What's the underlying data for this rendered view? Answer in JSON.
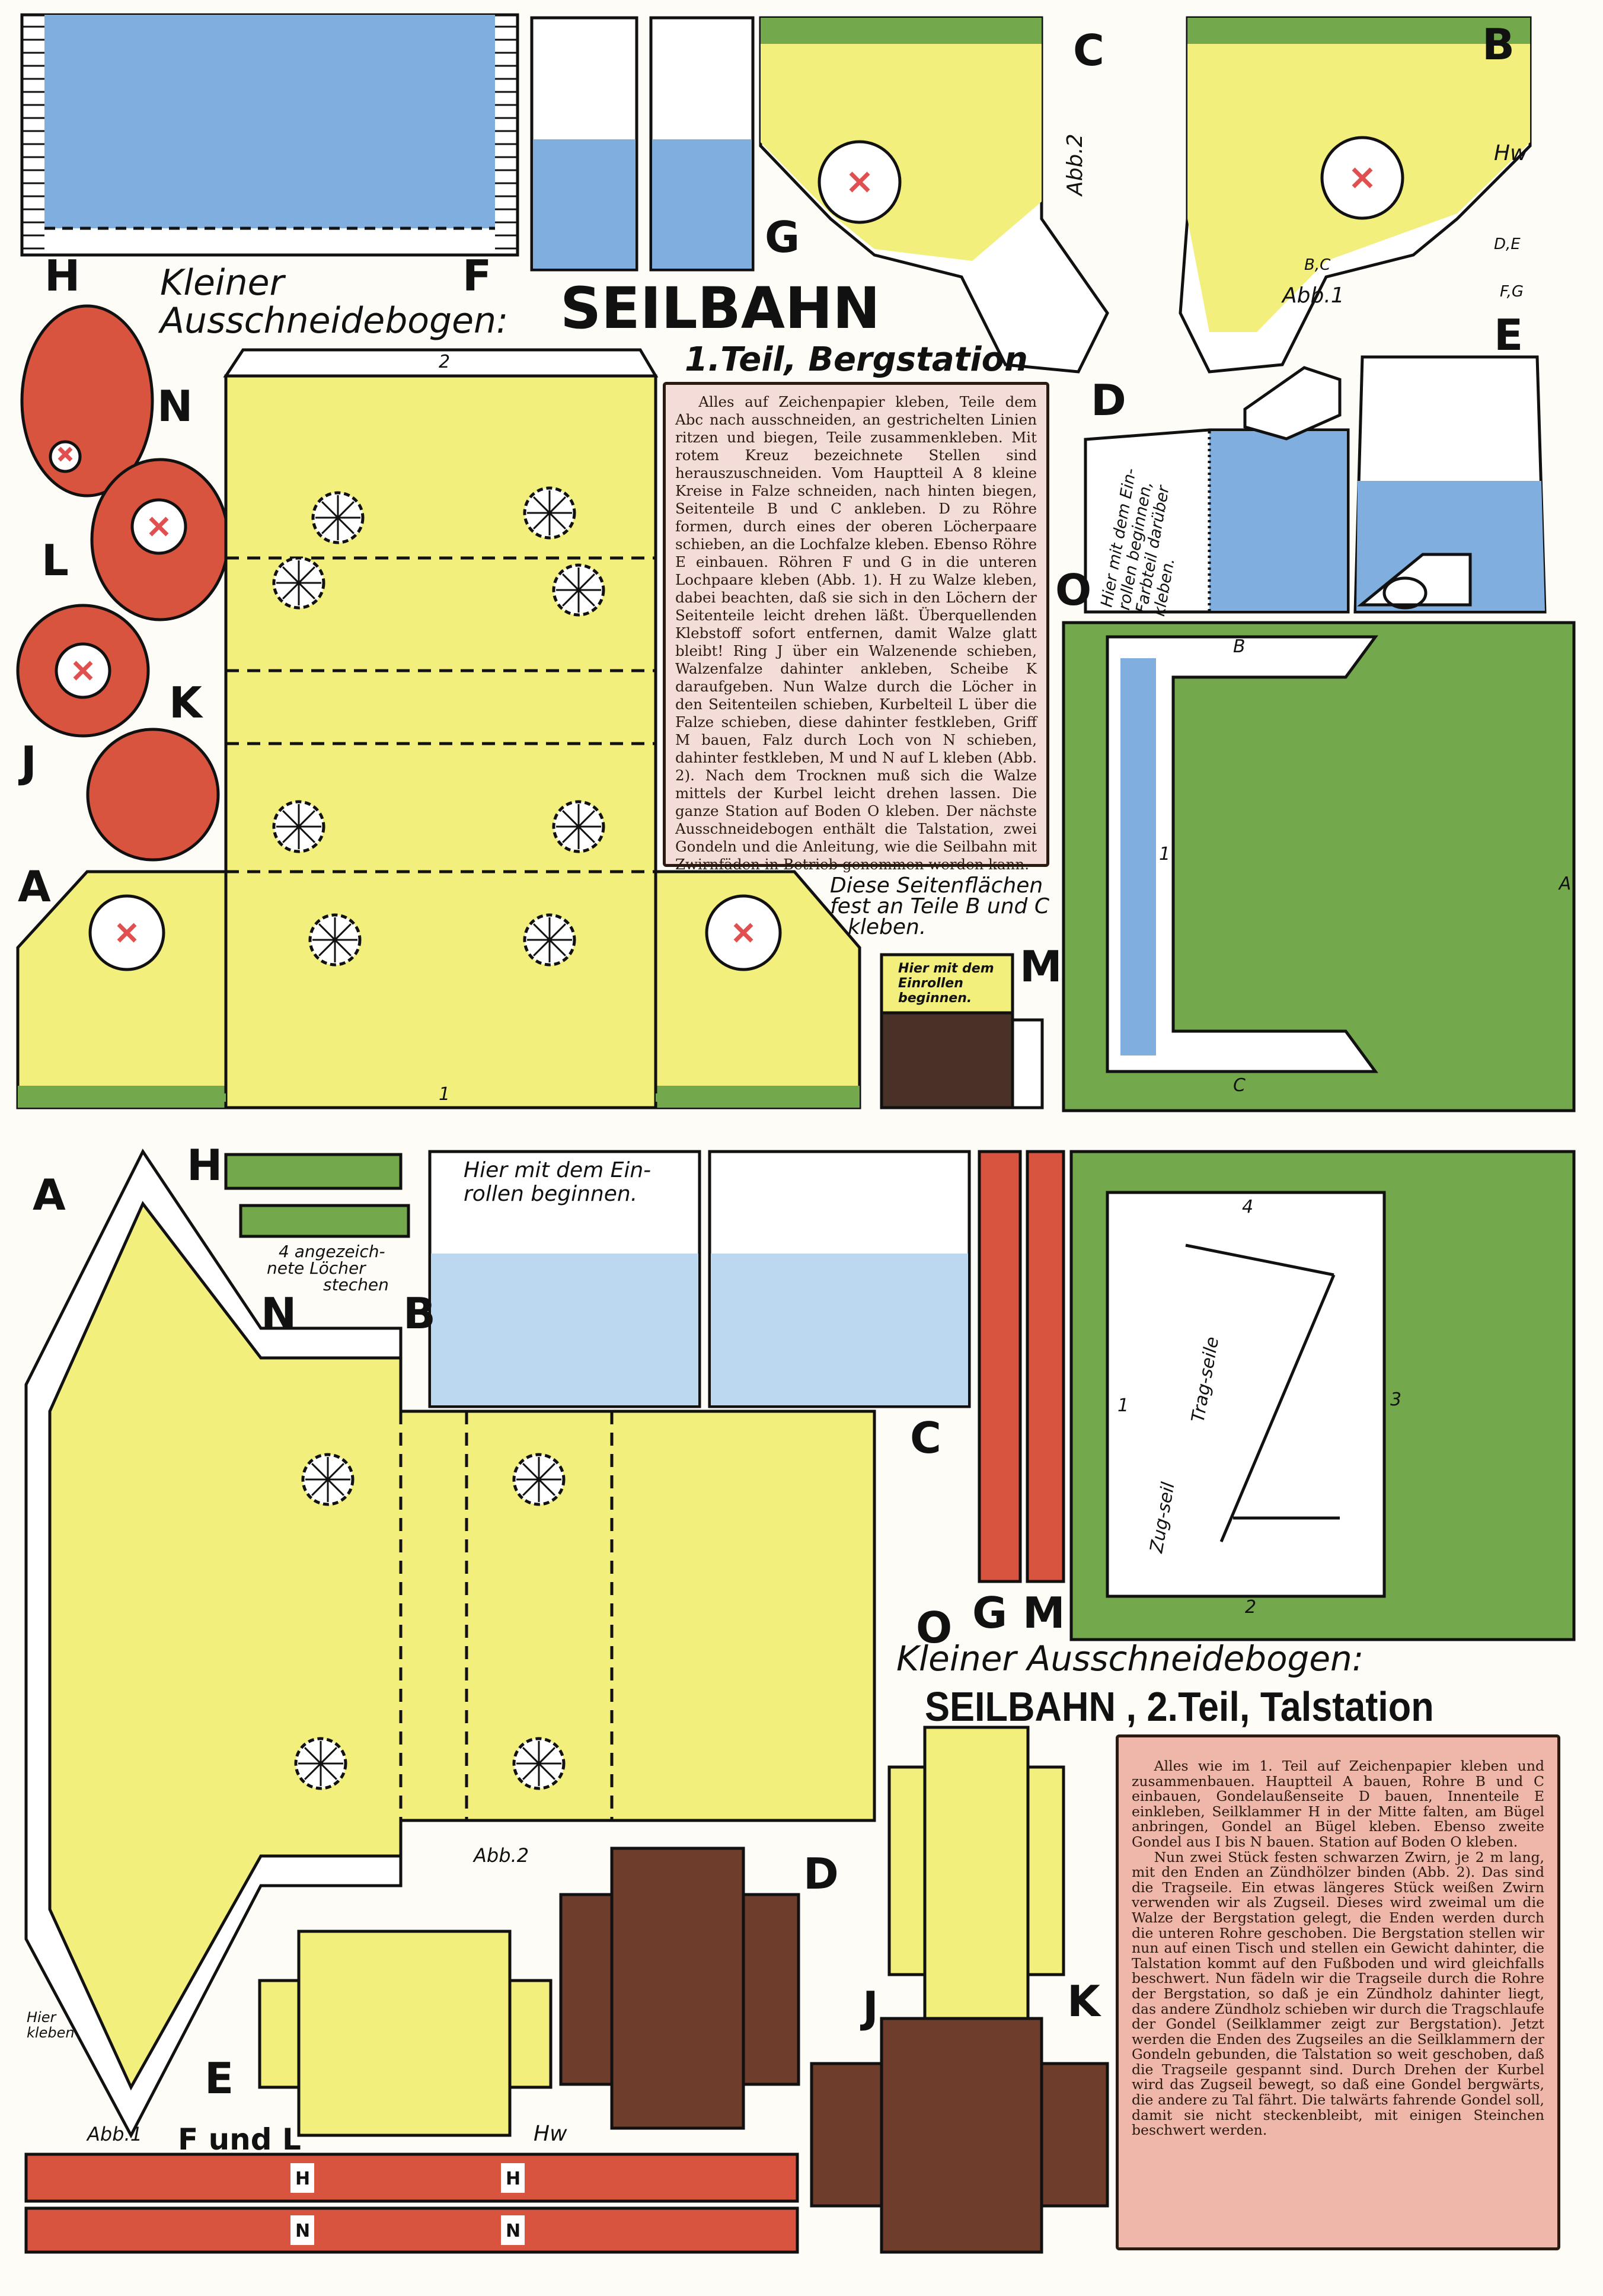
{
  "part1": {
    "subtitle": "Kleiner Ausschneidebogen:",
    "title": "SEILBAHN",
    "part_title": "1.Teil, Bergstation",
    "instructions": "Alles auf Zeichenpapier kleben, Teile dem Abc nach ausschneiden, an gestrichelten Linien ritzen und biegen, Teile zusammenkleben. Mit rotem Kreuz bezeichnete Stellen sind herauszuschneiden. Vom Hauptteil A 8 kleine Kreise in Falze schneiden, nach hinten biegen, Seitenteile B und C ankleben. D zu Röhre formen, durch eines der oberen Löcherpaare schieben, an die Lochfalze kleben. Ebenso Röhre E einbauen. Röhren F und G in die unteren Lochpaare kleben (Abb. 1). H zu Walze kleben, dabei beachten, daß sie sich in den Löchern der Seitenteile leicht drehen läßt. Überquellenden Klebstoff sofort entfernen, damit Walze glatt bleibt! Ring J über ein Walzenende schieben, Walzenfalze dahinter ankleben, Scheibe K daraufgeben. Nun Walze durch die Löcher in den Seitenteilen schieben, Kurbelteil L über die Falze schieben, diese dahinter festkleben, Griff M bauen, Falz durch Loch von N schieben, dahinter festkleben, M und N auf L kleben (Abb. 2). Nach dem Trocknen muß sich die Walze mittels der Kurbel leicht drehen lassen. Die ganze Station auf Boden O kleben. Der nächste Ausschneidebogen enthält die Talstation, zwei Gondeln und die Anleitung, wie die Seilbahn mit Zwirnfäden in Betrieb genommen werden kann.",
    "notes": {
      "side_faces": "Diese Seitenflächen fest an Teile B und C kleben.",
      "side_faces_l1": "Diese Seitenflächen",
      "side_faces_l2": "fest an Teile B und C",
      "side_faces_l3": "kleben.",
      "roll_start_m_l1": "Hier mit dem",
      "roll_start_m_l2": "Einrollen",
      "roll_start_m_l3": "beginnen.",
      "roll_start_d_l1": "Hier mit dem Ein-",
      "roll_start_d_l2": "rollen beginnen,",
      "roll_start_d_l3": "Farbteil darüber",
      "roll_start_d_l4": "kleben.",
      "abb1": "Abb.1",
      "abb2": "Abb.2",
      "bc": "B,C",
      "de": "D,E",
      "fg": "F,G",
      "signature": "Hw"
    },
    "labels": {
      "H": "H",
      "F": "F",
      "G": "G",
      "C": "C",
      "B": "B",
      "N": "N",
      "L": "L",
      "J": "J",
      "K": "K",
      "A": "A",
      "D": "D",
      "E": "E",
      "O": "O",
      "M": "M"
    },
    "marks": {
      "a": "A",
      "b": "B",
      "c": "C",
      "one": "1",
      "two": "2"
    }
  },
  "part2": {
    "subtitle": "Kleiner Ausschneidebogen:",
    "title": "SEILBAHN , 2.Teil, Talstation",
    "instructions_p1": "Alles wie im 1. Teil auf Zeichenpapier kleben und zusammenbauen. Hauptteil A bauen, Rohre B und C einbauen, Gondelaußenseite D bauen, Innenteile E einkleben, Seilklammer H in der Mitte falten, am Bügel anbringen, Gondel an Bügel kleben. Ebenso zweite Gondel aus I bis N bauen. Station auf Boden O kleben.",
    "instructions_p2": "Nun zwei Stück festen schwarzen Zwirn, je 2 m lang, mit den Enden an Zündhölzer binden (Abb. 2). Das sind die Tragseile. Ein etwas längeres Stück weißen Zwirn verwenden wir als Zugseil. Dieses wird zweimal um die Walze der Bergstation gelegt, die Enden werden durch die unteren Rohre geschoben. Die Bergstation stellen wir nun auf einen Tisch und stellen ein Gewicht dahinter, die Talstation kommt auf den Fußboden und wird gleichfalls beschwert. Nun fädeln wir die Tragseile durch die Rohre der Bergstation, so daß je ein Zündholz dahinter liegt, das andere Zündholz schieben wir durch die Tragschlaufe der Gondel (Seilklammer zeigt zur Bergstation). Jetzt werden die Enden des Zugseiles an die Seilklammern der Gondeln gebunden, die Talstation so weit geschoben, daß die Tragseile gespannt sind. Durch Drehen der Kurbel wird das Zugseil bewegt, so daß eine Gondel bergwärts, die andere zu Tal fährt. Die talwärts fahrende Gondel soll, damit sie nicht steckenbleibt, mit einigen Steinchen beschwert werden.",
    "notes": {
      "roll_start_l1": "Hier mit dem Ein-",
      "roll_start_l2": "rollen beginnen.",
      "holes_l1": "4 angezeich-",
      "holes_l2": "nete Löcher",
      "holes_l3": "stechen",
      "abb1": "Abb.1",
      "abb2": "Abb.2",
      "glue_here_l1": "Hier",
      "glue_here_l2": "kleben",
      "tragseile": "Trag-seile",
      "zugseil": "Zug-seil",
      "f_und_l": "F und L",
      "signature": "Hw"
    },
    "labels": {
      "A": "A",
      "H": "H",
      "N": "N",
      "B": "B",
      "C": "C",
      "G": "G",
      "M": "M",
      "O": "O",
      "D": "D",
      "J": "J",
      "K": "K",
      "E": "E",
      "F": "F",
      "L": "L",
      "strip_h": "H",
      "strip_n": "N"
    },
    "marks": {
      "one": "1",
      "two": "2",
      "three": "3",
      "four": "4"
    }
  },
  "colors": {
    "yellow": "#f2ef7c",
    "blue": "#80aede",
    "light_blue": "#bcd8f0",
    "red": "#d9543f",
    "green": "#73a84c",
    "brown": "#6e3d2c",
    "pink": "#f4dcd8",
    "salmon": "#efb7aa"
  }
}
